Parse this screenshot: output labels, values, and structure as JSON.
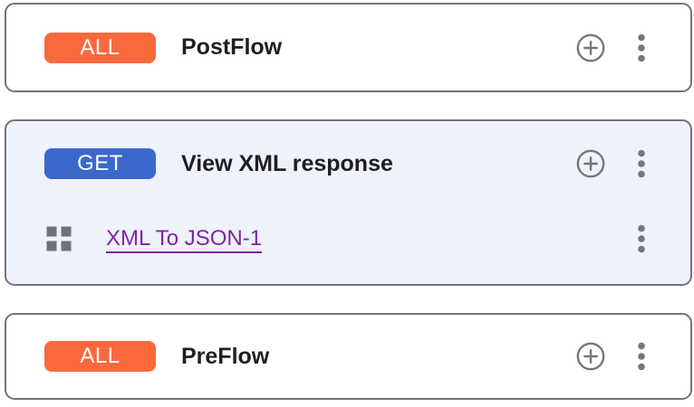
{
  "colors": {
    "all_badge": "#F9693C",
    "get_badge": "#3C68CD",
    "flow_card_bg": "#FFFFFF",
    "selected_card_bg": "#EEF2FB",
    "card_border": "#70757A",
    "icon_gray": "#76777B",
    "link_purple": "#8024A8",
    "title_text": "#1F1F1F"
  },
  "icons": {
    "add": "add-circle-outline-icon (circled plus)",
    "menu": "kebab-menu-icon (3 vertical dots)",
    "drag": "drag-grid-icon (2x2 squares)"
  },
  "cards": [
    {
      "badge": "ALL",
      "badge_type": "all",
      "title": "PostFlow",
      "selected": false,
      "policies": []
    },
    {
      "badge": "GET",
      "badge_type": "get",
      "title": "View XML response",
      "selected": true,
      "policies": [
        {
          "name": "XML To JSON-1"
        }
      ]
    },
    {
      "badge": "ALL",
      "badge_type": "all",
      "title": "PreFlow",
      "selected": false,
      "policies": []
    }
  ]
}
